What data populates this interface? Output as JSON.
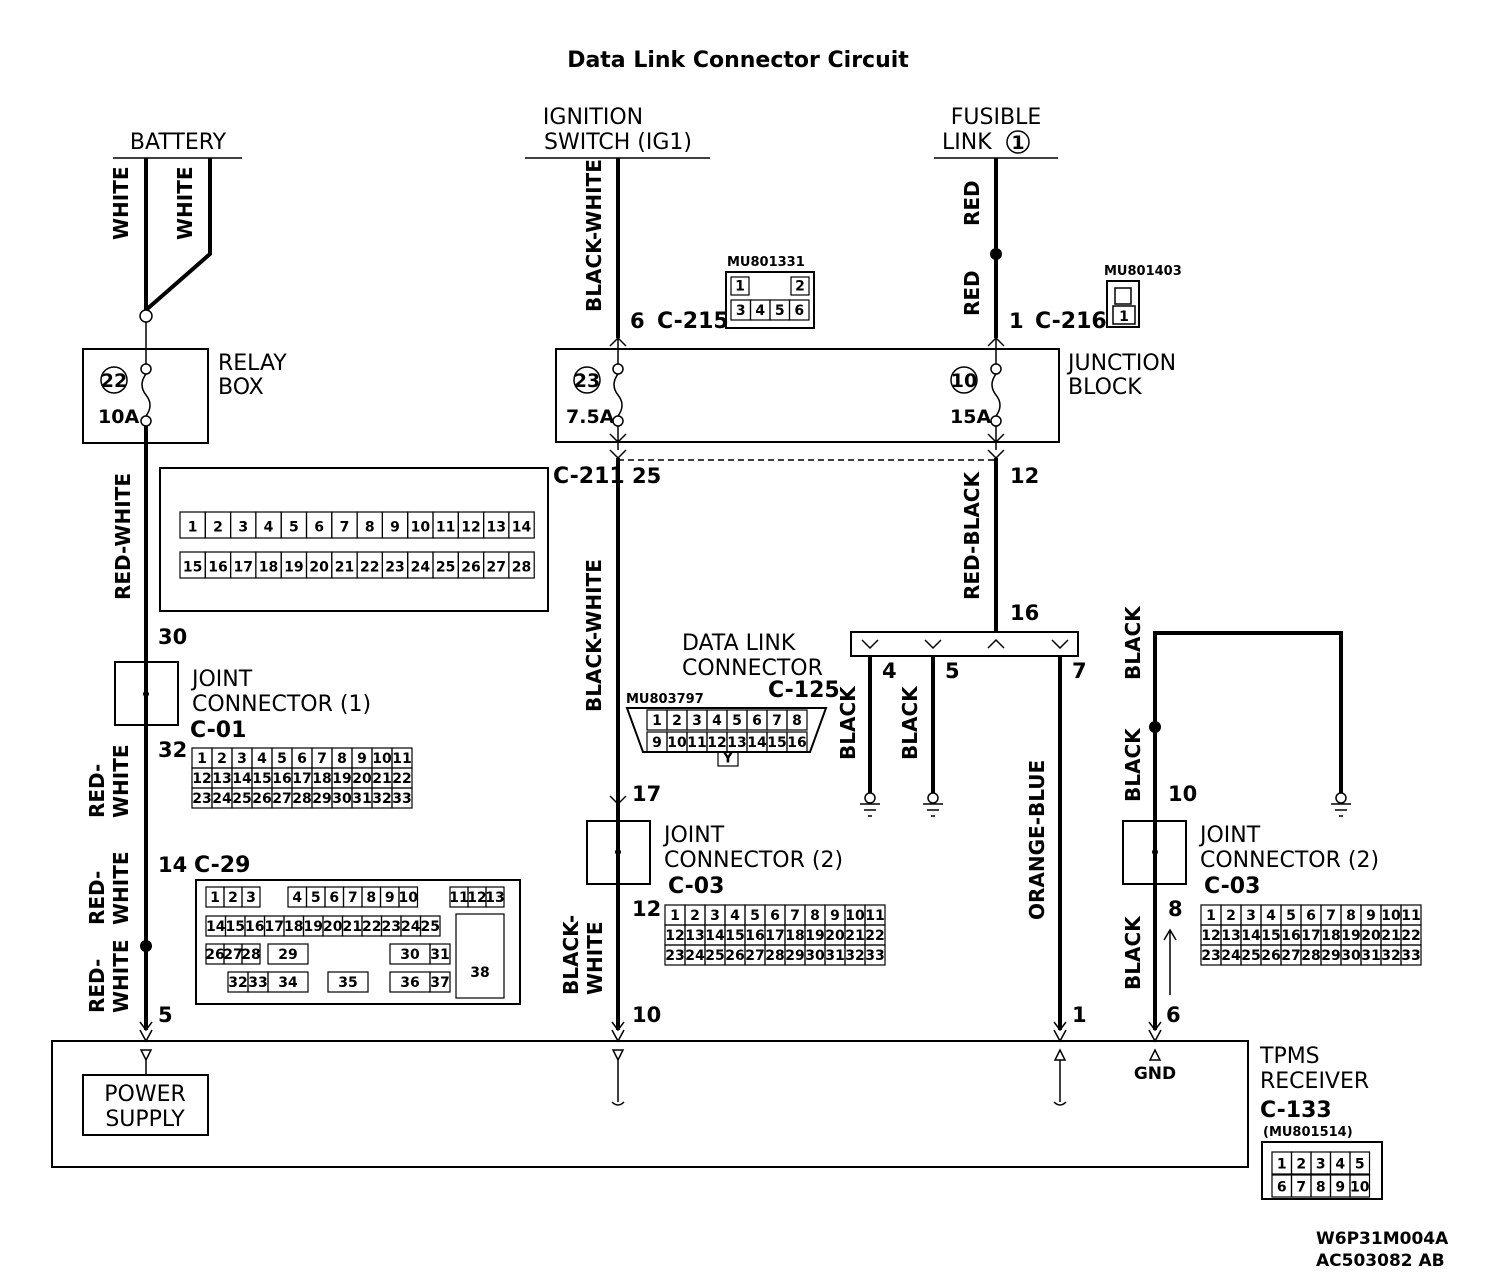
{
  "title": "Data Link Connector Circuit",
  "sources": {
    "battery": "BATTERY",
    "ignition_line1": "IGNITION",
    "ignition_line2": "SWITCH (IG1)",
    "fusible_line1": "FUSIBLE",
    "fusible_line2": "LINK",
    "fusible_num": "1"
  },
  "wires": {
    "white_a": "WHITE",
    "white_b": "WHITE",
    "black_white_top": "BLACK-WHITE",
    "red_top": "RED",
    "red_mid": "RED",
    "red_white": "RED-WHITE",
    "red_white_2a": "RED-",
    "red_white_2b": "WHITE",
    "red_white_3a": "RED-",
    "red_white_3b": "WHITE",
    "red_white_4a": "RED-",
    "red_white_4b": "WHITE",
    "black_white_mid": "BLACK-WHITE",
    "black_white_low_a": "BLACK-",
    "black_white_low_b": "WHITE",
    "red_black": "RED-BLACK",
    "black_4": "BLACK",
    "black_5": "BLACK",
    "orange_blue": "ORANGE-BLUE",
    "black_r1": "BLACK",
    "black_r2": "BLACK",
    "black_r3": "BLACK"
  },
  "relay_box": {
    "label1": "RELAY",
    "label2": "BOX",
    "fuse_num": "22",
    "fuse_rating": "10A"
  },
  "junction_block": {
    "label1": "JUNCTION",
    "label2": "BLOCK",
    "fuse_a_num": "23",
    "fuse_a_rating": "7.5A",
    "fuse_b_num": "10",
    "fuse_b_rating": "15A"
  },
  "connectors": {
    "c215": {
      "pin": "6",
      "id": "C-215",
      "part": "MU801331",
      "cells": [
        "1",
        "2",
        "3",
        "4",
        "5",
        "6"
      ]
    },
    "c216": {
      "pin": "1",
      "id": "C-216",
      "part": "MU801403",
      "cells": [
        "1"
      ]
    },
    "c211": {
      "id": "C-211",
      "pin_25": "25",
      "pin_12": "12",
      "row1": [
        "1",
        "2",
        "3",
        "4",
        "5",
        "6",
        "7",
        "8",
        "9",
        "10",
        "11",
        "12",
        "13",
        "14"
      ],
      "row2": [
        "15",
        "16",
        "17",
        "18",
        "19",
        "20",
        "21",
        "22",
        "23",
        "24",
        "25",
        "26",
        "27",
        "28"
      ]
    },
    "dlc": {
      "label1": "DATA LINK",
      "label2": "CONNECTOR",
      "id": "C-125",
      "part": "MU803797",
      "pin_16": "16",
      "pin_4": "4",
      "pin_5": "5",
      "pin_7": "7",
      "row1": [
        "1",
        "2",
        "3",
        "4",
        "5",
        "6",
        "7",
        "8"
      ],
      "row2": [
        "9",
        "10",
        "11",
        "12",
        "13",
        "14",
        "15",
        "16"
      ],
      "key": "Y"
    },
    "joint1": {
      "label1": "JOINT",
      "label2": "CONNECTOR (1)",
      "id": "C-01",
      "pin_30": "30",
      "pin_32": "32"
    },
    "c29": {
      "pin": "14",
      "id": "C-29",
      "pin_5": "5",
      "row1": [
        "1",
        "2",
        "3",
        "4",
        "5",
        "6",
        "7",
        "8",
        "9",
        "10",
        "11",
        "12",
        "13"
      ],
      "row2": [
        "14",
        "15",
        "16",
        "17",
        "18",
        "19",
        "20",
        "21",
        "22",
        "23",
        "24",
        "25"
      ],
      "row3": [
        "26",
        "27",
        "28",
        "29",
        "30",
        "31"
      ],
      "row4": [
        "32",
        "33",
        "34",
        "35",
        "36",
        "37"
      ],
      "big": "38"
    },
    "joint2a": {
      "label1": "JOINT",
      "label2": "CONNECTOR (2)",
      "id": "C-03",
      "pin_17": "17",
      "pin_12": "12",
      "pin_10": "10"
    },
    "joint2b": {
      "label1": "JOINT",
      "label2": "CONNECTOR (2)",
      "id": "C-03",
      "pin_10": "10",
      "pin_8": "8",
      "pin_6": "6"
    },
    "joint_grid": {
      "row1": [
        "1",
        "2",
        "3",
        "4",
        "5",
        "6",
        "7",
        "8",
        "9",
        "10",
        "11"
      ],
      "row2": [
        "12",
        "13",
        "14",
        "15",
        "16",
        "17",
        "18",
        "19",
        "20",
        "21",
        "22"
      ],
      "row3": [
        "23",
        "24",
        "25",
        "26",
        "27",
        "28",
        "29",
        "30",
        "31",
        "32",
        "33"
      ]
    },
    "tpms": {
      "label1": "TPMS",
      "label2": "RECEIVER",
      "id": "C-133",
      "part": "(MU801514)",
      "pin_1": "1",
      "gnd": "GND",
      "row1": [
        "1",
        "2",
        "3",
        "4",
        "5"
      ],
      "row2": [
        "6",
        "7",
        "8",
        "9",
        "10"
      ]
    }
  },
  "power_supply": {
    "line1": "POWER",
    "line2": "SUPPLY"
  },
  "refs": {
    "code1": "W6P31M004A",
    "code2": "AC503082 AB"
  }
}
